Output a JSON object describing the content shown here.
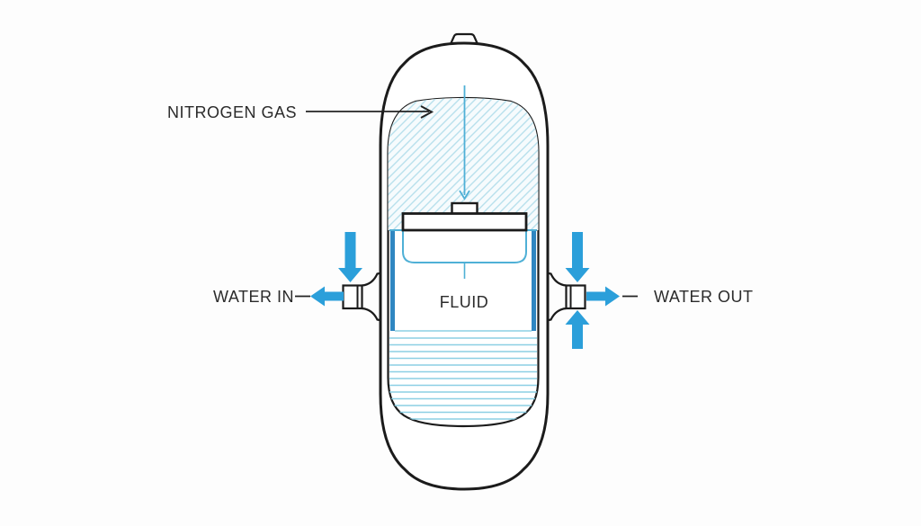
{
  "diagram": {
    "labels": {
      "nitrogen_gas": "NITROGEN GAS",
      "water_in": "WATER IN",
      "water_out": "WATER OUT",
      "fluid": "FLUID"
    },
    "icons": {
      "gas_pressure_arrow": "down-arrow",
      "water_in_arrows": [
        "down-arrow",
        "left-arrow"
      ],
      "water_out_arrows": [
        "down-arrow",
        "right-arrow",
        "up-arrow"
      ],
      "nitrogen_leader": "right-arrow-line"
    },
    "colors": {
      "outline_dark": "#1b1b1b",
      "leader_line": "#222222",
      "label_text": "#2b2b2b",
      "flow_arrow": "#2b9fda",
      "gas_line": "#4fb0d6",
      "hatch": "#b8e0ec",
      "hatch_bg": "#f6fbfd",
      "water_line": "#8ccfe4",
      "chamber_wall": "#2f86c1",
      "background": "#fdfdfd"
    }
  }
}
